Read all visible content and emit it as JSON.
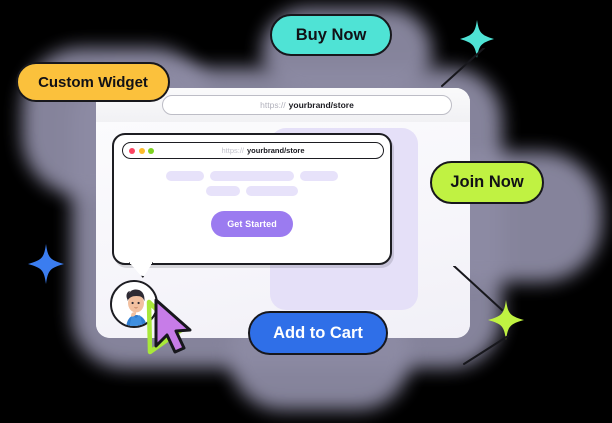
{
  "scene": {
    "title": "Custom Widget Browser Mockup",
    "background_color": "#000000"
  },
  "browser_window": {
    "name": "outer-browser-window",
    "url_bar": {
      "scheme": "https://",
      "host": "yourbrand/store",
      "placeholder": "https:// yourbrand/store"
    }
  },
  "bubble_card": {
    "name": "chat-widget-preview",
    "url_bar": {
      "scheme": "https://",
      "host": "yourbrand/store"
    },
    "traffic_lights": [
      {
        "name": "close-dot",
        "color": "#fc4361"
      },
      {
        "name": "minimize-dot",
        "color": "#fdbc2c"
      },
      {
        "name": "maximize-dot",
        "color": "#7ed321"
      }
    ],
    "skeleton_rows": [
      [
        38,
        84,
        38
      ],
      [
        34,
        52
      ]
    ],
    "skeleton_color": "#e7e2fa",
    "cta": {
      "label": "Get Started",
      "background": "#9b7bf0",
      "text_color": "#ffffff"
    }
  },
  "pills": [
    {
      "id": "buy-now",
      "label": "Buy Now",
      "background": "#4fe3d5",
      "text_color": "#111116"
    },
    {
      "id": "custom-widget",
      "label": "Custom Widget",
      "background": "#fbc13c",
      "text_color": "#111116"
    },
    {
      "id": "join-now",
      "label": "Join Now",
      "background": "#c0f242",
      "text_color": "#111116"
    },
    {
      "id": "add-to-cart",
      "label": "Add to Cart",
      "background": "#2f6fe8",
      "text_color": "#ffffff"
    }
  ],
  "decorations": {
    "sparkles": [
      {
        "id": "sparkle-cyan",
        "color": "#4fe3d5"
      },
      {
        "id": "sparkle-blue",
        "color": "#3b7df0"
      },
      {
        "id": "sparkle-green",
        "color": "#c0f242"
      }
    ],
    "panel_color": "#e5e0f8",
    "shadow_color": "#8d8ba4"
  },
  "avatar": {
    "name": "support-agent-avatar",
    "skin": "#f2c0a0",
    "hair": "#2e2a33",
    "shirt": "#2f7dd1"
  },
  "cursor": {
    "name": "mouse-pointer",
    "fill": "#c77ce8",
    "outline": "#17171c",
    "accent": "#a8e83a"
  }
}
